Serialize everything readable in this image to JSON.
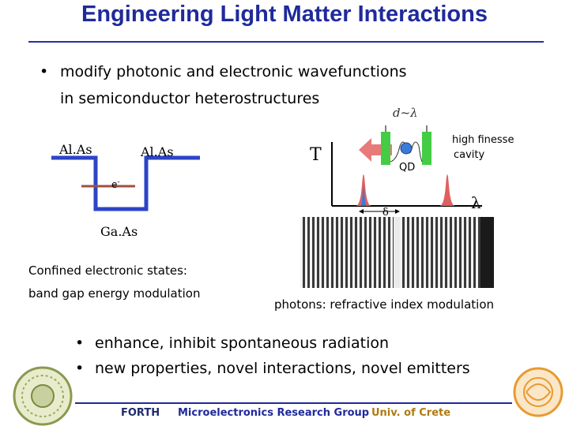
{
  "title": "Engineering Light Matter Interactions",
  "bullet1": {
    "line1": "modify photonic and electronic wavefunctions",
    "line2": "in semiconductor heterostructures"
  },
  "well": {
    "left_barrier": "Al.As",
    "right_barrier": "Al.As",
    "electron": "e",
    "electron_sup": "-",
    "well_material": "Ga.As",
    "caption_line1": "Confined electronic states:",
    "caption_line2": "band gap energy modulation"
  },
  "cavity": {
    "distance_label": "d~λ",
    "t_label": "T",
    "qd_label": "QD",
    "finesse_line1": "high finesse",
    "finesse_line2": "cavity",
    "lambda_label": "λ",
    "delta_label": "δ",
    "caption": "photons: refractive index modulation"
  },
  "bullets2": [
    "enhance, inhibit spontaneous radiation",
    "new properties, novel interactions, novel emitters"
  ],
  "footer": {
    "forth": "FORTH",
    "group": "Microelectronics Research Group",
    "univ": "Univ. of Crete"
  },
  "colors": {
    "title": "#1f2a9c",
    "footer_dark": "#1f2a6e",
    "footer_group": "#1f2a9c",
    "footer_univ": "#b07a10",
    "well_line": "#2b45c8",
    "peak_fill": "#e06060",
    "cavity_green": "#44cc44",
    "arrow_red": "#e87a7a",
    "qd_blue": "#3a7ad8"
  }
}
